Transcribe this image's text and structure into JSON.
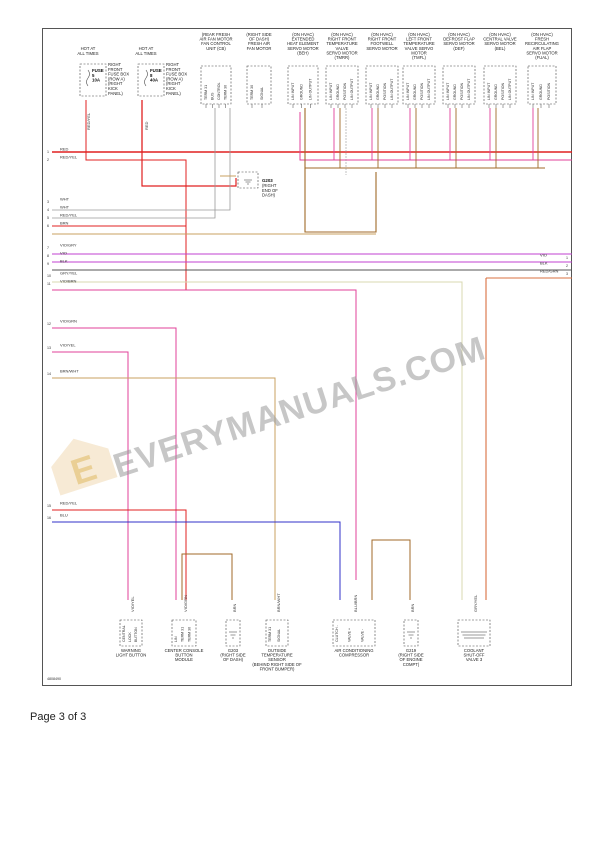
{
  "footer": {
    "page_label": "Page 3 of 3"
  },
  "watermark": {
    "text": "EVERYMANUALS.COM",
    "logo_letter": "E"
  },
  "diagram_code": "4808490",
  "colors": {
    "red": "#e02020",
    "pink": "#e0409a",
    "magenta": "#c040d0",
    "tan": "#c8a060",
    "brown": "#a06a28",
    "blue": "#3030c8",
    "gray": "#9a9a9a"
  },
  "fuses": [
    {
      "top": [
        "HOT AT",
        "ALL TIMES"
      ],
      "label": [
        "FUSE",
        "5",
        "10A"
      ],
      "side": [
        "RIGHT",
        "FRONT",
        "FUSE BOX",
        "(ROW A)",
        "(RIGHT",
        "KICK",
        "PANEL)"
      ],
      "wire": "RED/YEL"
    },
    {
      "top": [
        "HOT AT",
        "ALL TIMES"
      ],
      "label": [
        "FUSE",
        "8",
        "40A"
      ],
      "side": [
        "RIGHT",
        "FRONT",
        "FUSE BOX",
        "(ROW A)",
        "(RIGHT",
        "KICK",
        "PANEL)"
      ],
      "wire": "RED"
    }
  ],
  "components": [
    {
      "title": [
        "(REAR FRESH",
        "AIR FAN MOTOR",
        "FAN CONTROL",
        "UNIT (CB)"
      ],
      "pins": [
        "TERM 31",
        "BUS",
        "CONTROL",
        "TERM 30"
      ]
    },
    {
      "title": [
        "(RIGHT SIDE",
        "OF DASH)",
        "FRESH AIR",
        "FAN MOTOR"
      ],
      "pins": [
        "TERM 30",
        "SIGNAL"
      ]
    },
    {
      "title": [
        "(ON HVAC)",
        "EXTENDED",
        "HEAT ELEMENT",
        "SERVO MOTOR",
        "(BEH)"
      ],
      "pins": [
        "LIN INPUT",
        "GROUND",
        "LIN OUTPUT"
      ]
    },
    {
      "title": [
        "(ON HVAC)",
        "RIGHT FRONT",
        "TEMPERATURE",
        "VALVE",
        "SERVO MOTOR",
        "(TMRR)"
      ],
      "pins": [
        "LIN INPUT",
        "GROUND",
        "POSITION",
        "LIN OUTPUT"
      ]
    },
    {
      "title": [
        "(ON HVAC)",
        "RIGHT FRONT",
        "FOOTWELL",
        "SERVO MOTOR"
      ],
      "pins": [
        "LIN INPUT",
        "GROUND",
        "POSITION",
        "LIN OUTPUT"
      ]
    },
    {
      "title": [
        "(ON HVAC)",
        "LEFT FRONT",
        "TEMPERATURE",
        "VALVE SERVO",
        "MOTOR",
        "(TMFL)"
      ],
      "pins": [
        "LIN INPUT",
        "GROUND",
        "POSITION",
        "LIN OUTPUT"
      ]
    },
    {
      "title": [
        "(ON HVAC)",
        "DEFROST FLAP",
        "SERVO MOTOR",
        "(DEF)"
      ],
      "pins": [
        "LIN INPUT",
        "GROUND",
        "POSITION",
        "LIN OUTPUT"
      ]
    },
    {
      "title": [
        "(ON HVAC)",
        "CENTRAL VALVE",
        "SERVO MOTOR",
        "(BEL)"
      ],
      "pins": [
        "LIN INPUT",
        "GROUND",
        "POSITION",
        "LIN OUTPUT"
      ]
    },
    {
      "title": [
        "(ON HVAC)",
        "FRESH",
        "RECIRCULATING",
        "AIR FLAP",
        "SERVO MOTOR",
        "(FUAL)"
      ],
      "pins": [
        "LIN INPUT",
        "GROUND",
        "POSITION"
      ]
    }
  ],
  "ground_top": {
    "code": "G203",
    "desc": [
      "(RIGHT",
      "END OF",
      "DASH)"
    ],
    "wire": "BRN"
  },
  "left_wires": [
    {
      "num": "1",
      "label": "RED"
    },
    {
      "num": "2",
      "label": "RED/YEL"
    },
    {
      "num": "3",
      "label": "WHT"
    },
    {
      "num": "4",
      "label": "WHT"
    },
    {
      "num": "5",
      "label": "RED/YEL"
    },
    {
      "num": "6",
      "label": "BRN"
    },
    {
      "num": "7",
      "label": "VIO/GRY"
    },
    {
      "num": "8",
      "label": "VIO"
    },
    {
      "num": "9",
      "label": "BLK"
    },
    {
      "num": "10",
      "label": "GRY/YEL"
    },
    {
      "num": "11",
      "label": "VIO/BRN"
    },
    {
      "num": "12",
      "label": "VIO/GRN"
    },
    {
      "num": "13",
      "label": "VIO/YEL"
    },
    {
      "num": "14",
      "label": "BRN/WHT"
    },
    {
      "num": "15",
      "label": "RED/YEL"
    },
    {
      "num": "16",
      "label": "BLU"
    }
  ],
  "right_wires": [
    {
      "num": "1",
      "label": "VIO"
    },
    {
      "num": "2",
      "label": "BLK"
    },
    {
      "num": "3",
      "label": "RED/GRN"
    }
  ],
  "bottom_components": [
    {
      "title": [
        "WARNING",
        "LIGHT BUTTON"
      ],
      "pins": [
        "CENTRAL",
        "LOCK",
        "BUTTON"
      ],
      "wire": "VIO/YEL"
    },
    {
      "title": [
        "CENTER CONSOLE",
        "BUTTON",
        "MODULE"
      ],
      "pins": [
        "LIN",
        "TERM 31",
        "TERM 30"
      ],
      "wire": "VIO/GRN"
    },
    {
      "title": [
        "G203",
        "(RIGHT SIDE",
        "OF DASH)"
      ],
      "pins": [],
      "wire": "BRN"
    },
    {
      "title": [
        "OUTSIDE",
        "TEMPERATURE",
        "SENSOR",
        "(BEHIND RIGHT SIDE OF",
        "FRONT BUMPER)"
      ],
      "pins": [
        "TERM 31",
        "SIGNAL"
      ],
      "wire": "BRN/WHT"
    },
    {
      "title": [
        "AIR CONDITIONING",
        "COMPRESSOR"
      ],
      "pins": [
        "CLUTCH -",
        "VALVE +",
        "VALVE -"
      ],
      "wire": "BLU/BRN"
    },
    {
      "title": [
        "G219",
        "(RIGHT SIDE",
        "OF ENGINE",
        "COMPT)"
      ],
      "pins": [],
      "wire": "BRN"
    },
    {
      "title": [
        "COOLANT",
        "SHUT-OFF",
        "VALVE 3"
      ],
      "pins": [],
      "wire": "GRY/YEL"
    }
  ]
}
